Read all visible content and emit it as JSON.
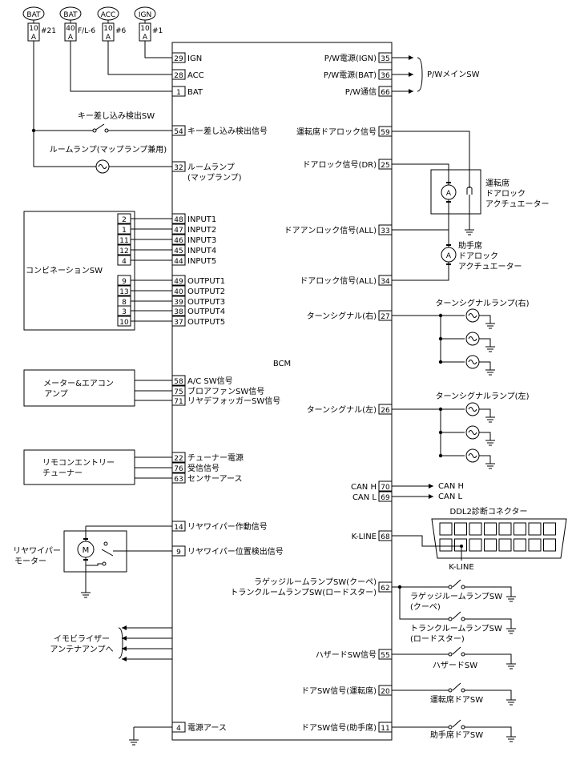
{
  "power_sources": [
    {
      "label": "BAT",
      "fuse_amp": "10",
      "fuse_unit": "A",
      "fuse_no": "#21"
    },
    {
      "label": "BAT",
      "fuse_amp": "40",
      "fuse_unit": "A",
      "fuse_no": "F/L-6"
    },
    {
      "label": "ACC",
      "fuse_amp": "10",
      "fuse_unit": "A",
      "fuse_no": "#6"
    },
    {
      "label": "IGN",
      "fuse_amp": "10",
      "fuse_unit": "A",
      "fuse_no": "#1"
    }
  ],
  "bcm": {
    "label": "BCM",
    "left_pins": [
      {
        "pin": "29",
        "name": "IGN"
      },
      {
        "pin": "28",
        "name": "ACC"
      },
      {
        "pin": "1",
        "name": "BAT"
      },
      {
        "pin": "54",
        "name": "キー差し込み検出信号"
      },
      {
        "pin": "32",
        "name": "ルームランプ",
        "name2": "(マップランプ)"
      },
      {
        "pin": "48",
        "name": "INPUT1"
      },
      {
        "pin": "47",
        "name": "INPUT2"
      },
      {
        "pin": "46",
        "name": "INPUT3"
      },
      {
        "pin": "45",
        "name": "INPUT4"
      },
      {
        "pin": "44",
        "name": "INPUT5"
      },
      {
        "pin": "49",
        "name": "OUTPUT1"
      },
      {
        "pin": "40",
        "name": "OUTPUT2"
      },
      {
        "pin": "39",
        "name": "OUTPUT3"
      },
      {
        "pin": "38",
        "name": "OUTPUT4"
      },
      {
        "pin": "37",
        "name": "OUTPUT5"
      },
      {
        "pin": "58",
        "name": "A/C SW信号"
      },
      {
        "pin": "75",
        "name": "ブロアファンSW信号"
      },
      {
        "pin": "71",
        "name": "リヤデフォッガーSW信号"
      },
      {
        "pin": "22",
        "name": "チューナー電源"
      },
      {
        "pin": "76",
        "name": "受信信号"
      },
      {
        "pin": "63",
        "name": "センサーアース"
      },
      {
        "pin": "14",
        "name": "リヤワイパー作動信号"
      },
      {
        "pin": "9",
        "name": "リヤワイパー位置検出信号"
      },
      {
        "pin": "4",
        "name": "電源アース"
      }
    ],
    "right_pins": [
      {
        "pin": "35",
        "name": "P/W電源(IGN)"
      },
      {
        "pin": "36",
        "name": "P/W電源(BAT)"
      },
      {
        "pin": "66",
        "name": "P/W通信"
      },
      {
        "pin": "59",
        "name": "運転席ドアロック信号"
      },
      {
        "pin": "25",
        "name": "ドアロック信号(DR)"
      },
      {
        "pin": "33",
        "name": "ドアアンロック信号(ALL)"
      },
      {
        "pin": "34",
        "name": "ドアロック信号(ALL)"
      },
      {
        "pin": "27",
        "name": "ターンシグナル(右)"
      },
      {
        "pin": "26",
        "name": "ターンシグナル(左)"
      },
      {
        "pin": "70",
        "name": "CAN H"
      },
      {
        "pin": "69",
        "name": "CAN L"
      },
      {
        "pin": "68",
        "name": "K-LINE"
      },
      {
        "pin": "62",
        "name": "ラゲッジルームランプSW(クーペ)",
        "name2": "トランクルームランプSW(ロードスター)"
      },
      {
        "pin": "55",
        "name": "ハザードSW信号"
      },
      {
        "pin": "20",
        "name": "ドアSW信号(運転席)"
      },
      {
        "pin": "11",
        "name": "ドアSW信号(助手席)"
      }
    ]
  },
  "combination_sw": {
    "label": "コンビネーションSW",
    "input_terms": [
      "2",
      "1",
      "11",
      "12",
      "4"
    ],
    "output_terms": [
      "9",
      "13",
      "8",
      "3",
      "10"
    ]
  },
  "meter_ac": {
    "line1": "メーター&エアコン",
    "line2": "アンプ"
  },
  "remote_tuner": {
    "line1": "リモコンエントリー",
    "line2": "チューナー"
  },
  "rear_wiper_motor": {
    "line1": "リヤワイパー",
    "line2": "モーター",
    "motor_symbol": "M"
  },
  "immobilizer": {
    "line1": "イモビライザー",
    "line2": "アンテナアンプへ"
  },
  "left_labels": {
    "key_sw": "キー差し込み検出SW",
    "room_lamp": "ルームランプ(マップランプ兼用)"
  },
  "right_labels": {
    "pw_main_sw": "P/WメインSW",
    "driver_actuator": [
      "運転席",
      "ドアロック",
      "アクチュエーター"
    ],
    "passenger_actuator": [
      "助手席",
      "ドアロック",
      "アクチュエーター"
    ],
    "actuator_symbol": "A",
    "turn_lamp_right": "ターンシグナルランプ(右)",
    "turn_lamp_left": "ターンシグナルランプ(左)",
    "can_h": "CAN H",
    "can_l": "CAN L",
    "ddl2": "DDL2診断コネクター",
    "k_line": "K-LINE",
    "luggage_sw": [
      "ラゲッジルームランプSW",
      "(クーペ)"
    ],
    "trunk_sw": [
      "トランクルームランプSW",
      "(ロードスター)"
    ],
    "hazard_sw": "ハザードSW",
    "driver_door_sw": "運転席ドアSW",
    "passenger_door_sw": "助手席ドアSW"
  }
}
